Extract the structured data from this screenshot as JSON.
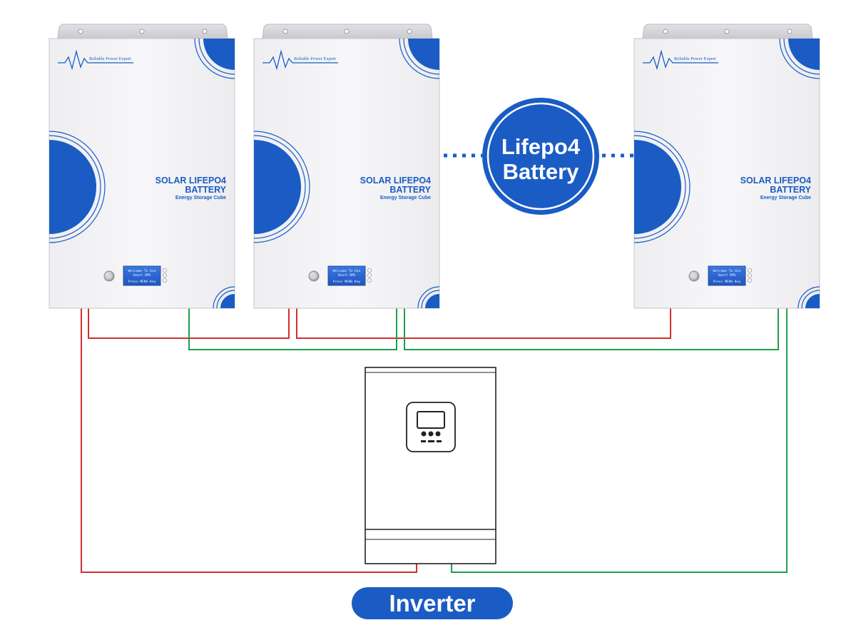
{
  "batteries": [
    {
      "logo_text": "Reliable Power Expert",
      "title_line1": "SOLAR LIFEPO4",
      "title_line2": "BATTERY",
      "subtitle": "Energy Storage Cube",
      "lcd_line1": "Welcome To Use",
      "lcd_line2": "Smart BMS",
      "lcd_line3": "Press MENU Key"
    },
    {
      "logo_text": "Reliable Power Expert",
      "title_line1": "SOLAR LIFEPO4",
      "title_line2": "BATTERY",
      "subtitle": "Energy Storage Cube",
      "lcd_line1": "Welcome To Use",
      "lcd_line2": "Smart BMS",
      "lcd_line3": "Press MENU Key"
    },
    {
      "logo_text": "Reliable Power Expert",
      "title_line1": "SOLAR LIFEPO4",
      "title_line2": "BATTERY",
      "subtitle": "Energy Storage Cube",
      "lcd_line1": "Welcome To Use",
      "lcd_line2": "Smart BMS",
      "lcd_line3": "Press MENU Key"
    }
  ],
  "badge": {
    "line1": "Lifepo4",
    "line2": "Battery"
  },
  "inverter_label": "Inverter",
  "colors": {
    "brand_blue": "#1a5cc4",
    "wire_positive": "#d32f2f",
    "wire_negative": "#1e9e4a",
    "panel": "#f4f4f6"
  }
}
